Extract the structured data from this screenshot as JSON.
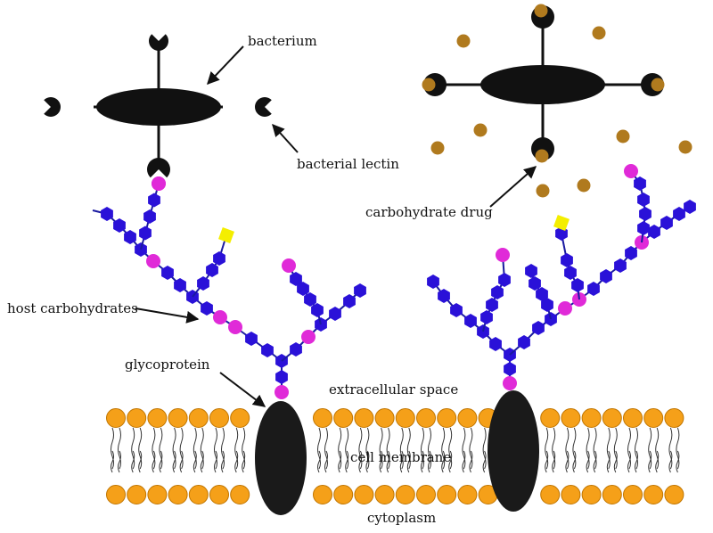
{
  "labels": {
    "bacterium": "bacterium",
    "bacterial_lectin": "bacterial lectin",
    "carbohydrate_drug": "carbohydrate drug",
    "host_carbohydrates": "host carbohydrates",
    "glycoprotein": "glycoprotein",
    "extracellular_space": "extracellular space",
    "cell_membrane": "cell membrane",
    "cytoplasm": "cytoplasm"
  },
  "colors": {
    "hexagon_blue": "#2a11d8",
    "circle_magenta": "#e02ad8",
    "square_yellow": "#f4ee00",
    "lipid_orange": "#f5a019",
    "drug_brown": "#b07a1e",
    "protein_black": "#1a1a1a"
  }
}
